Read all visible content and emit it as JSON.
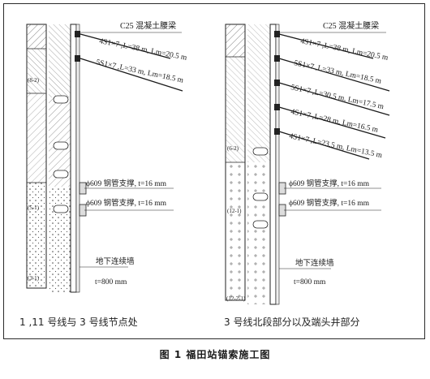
{
  "figure_caption": "图 1   福田站锚索施工图",
  "left_panel": {
    "caption": "1 ,11 号线与 3 号线节点处",
    "beam_label": "C25 混凝土腰梁",
    "anchors": [
      {
        "label": "4S1×7 ,L=38 m, Lm=20.5 m"
      },
      {
        "label": "5S1×7 ,L=33 m, Lm=18.5 m"
      }
    ],
    "struts": [
      {
        "label": "ϕ609 钢管支撑, t=16 mm"
      },
      {
        "label": "ϕ609 钢管支撑, t=16 mm"
      }
    ],
    "wall_label": "地下连续墙",
    "wall_thickness": "t=800 mm",
    "strata_labels": [
      "(8-2)",
      "(5-1)",
      "(3-1)"
    ]
  },
  "right_panel": {
    "caption": "3 号线北段部分以及端头井部分",
    "beam_label": "C25 混凝土腰梁",
    "anchors": [
      {
        "label": "4S1×7 ,L=38 m, Lm=20.5 m"
      },
      {
        "label": "5S1×7 ,L=33 m, Lm=18.5 m"
      },
      {
        "label": "5S1×7 ,L=30.5 m, Lm=17.5 m"
      },
      {
        "label": "4S1×7 ,L=28 m, Lm=16.5 m"
      },
      {
        "label": "4S1×7 ,L=23.5 m, Lm=13.5 m"
      }
    ],
    "struts": [
      {
        "label": "ϕ609 钢管支撑, t=16 mm"
      },
      {
        "label": "ϕ609 钢管支撑, t=16 mm"
      }
    ],
    "wall_label": "地下连续墙",
    "wall_thickness": "t=800 mm",
    "strata_labels": [
      "(6-2)",
      "(12-1)",
      "(12-2-1)"
    ]
  },
  "colors": {
    "line": "#1a1a1a",
    "hatch": "#555555",
    "beam": "#222222"
  }
}
